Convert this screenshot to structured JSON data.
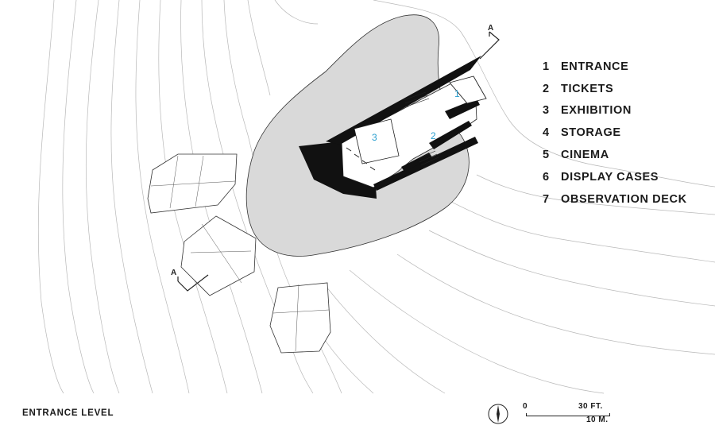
{
  "legend": {
    "items": [
      {
        "num": "1",
        "label": "ENTRANCE"
      },
      {
        "num": "2",
        "label": "TICKETS"
      },
      {
        "num": "3",
        "label": "EXHIBITION"
      },
      {
        "num": "4",
        "label": "STORAGE"
      },
      {
        "num": "5",
        "label": "CINEMA"
      },
      {
        "num": "6",
        "label": "DISPLAY CASES"
      },
      {
        "num": "7",
        "label": "OBSERVATION DECK"
      }
    ]
  },
  "plan": {
    "room_tags": [
      "1",
      "2",
      "3"
    ],
    "section_marker": "A",
    "section_marker_lower": "A",
    "room_tag_color": "#2a9fd0",
    "island_fill": "#d9d9d9",
    "wall_fill": "#111111"
  },
  "title": "ENTRANCE LEVEL",
  "scale": {
    "zero": "0",
    "feet": "30 FT.",
    "meters": "10 M."
  }
}
